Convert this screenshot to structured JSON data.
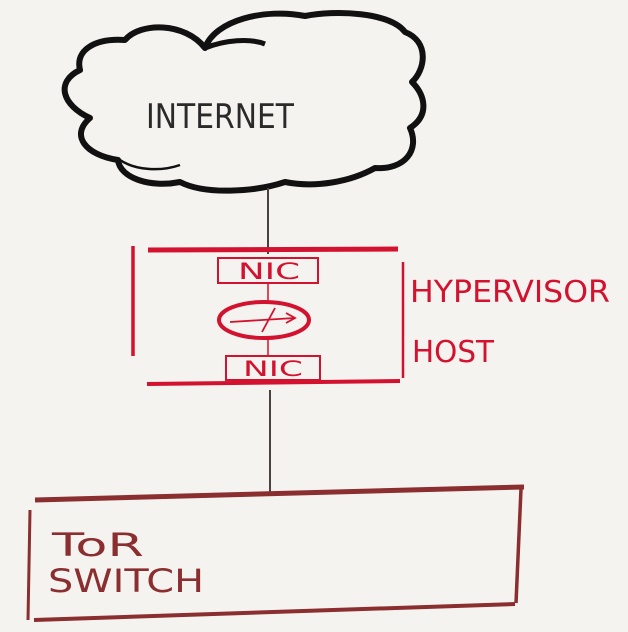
{
  "labels": {
    "internet": "INTERNET",
    "nic_top": "NIC",
    "nic_bottom": "NIC",
    "hypervisor": "HYPERVISOR",
    "host": "HOST",
    "tor": "ToR",
    "switch": "SWITCH"
  },
  "colors": {
    "background": "#f5f3ef",
    "cloud_stroke": "#111111",
    "text_dark": "#2a2a2a",
    "hypervisor_red": "#d3122f",
    "switch_maroon": "#8a2e2f",
    "link_line": "#4a4040"
  },
  "icons": {
    "router": "router-arrow-icon"
  }
}
